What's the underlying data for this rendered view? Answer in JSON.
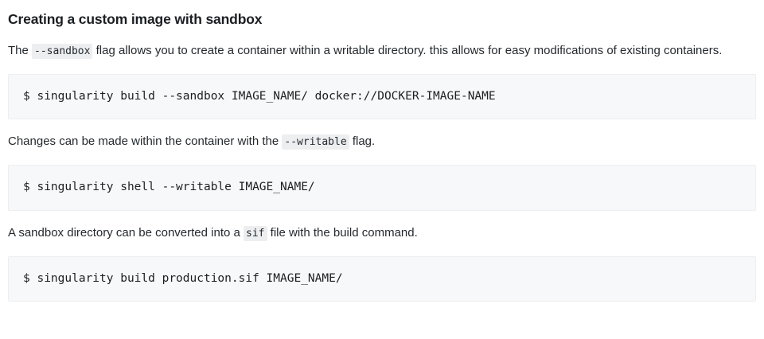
{
  "document": {
    "heading": "Creating a custom image with sandbox",
    "blocks": [
      {
        "type": "paragraph",
        "segments": [
          {
            "kind": "text",
            "text": "The "
          },
          {
            "kind": "code",
            "text": "--sandbox"
          },
          {
            "kind": "text",
            "text": " flag allows you to create a container within a writable directory. this allows for easy modifications of existing containers."
          }
        ]
      },
      {
        "type": "code",
        "text": "$ singularity build --sandbox IMAGE_NAME/ docker://DOCKER-IMAGE-NAME"
      },
      {
        "type": "paragraph",
        "segments": [
          {
            "kind": "text",
            "text": "Changes can be made within the container with the "
          },
          {
            "kind": "code",
            "text": "--writable"
          },
          {
            "kind": "text",
            "text": " flag."
          }
        ]
      },
      {
        "type": "code",
        "text": "$ singularity shell --writable IMAGE_NAME/"
      },
      {
        "type": "paragraph",
        "segments": [
          {
            "kind": "text",
            "text": "A sandbox directory can be converted into a "
          },
          {
            "kind": "code",
            "text": "sif"
          },
          {
            "kind": "text",
            "text": " file with the build command."
          }
        ]
      },
      {
        "type": "code",
        "text": "$ singularity build production.sif IMAGE_NAME/"
      }
    ]
  },
  "colors": {
    "page_background": "#ffffff",
    "text": "#24292e",
    "code_block_background": "#f7f8fa",
    "code_block_border": "#eceef1",
    "inline_code_background": "#eceef0"
  }
}
